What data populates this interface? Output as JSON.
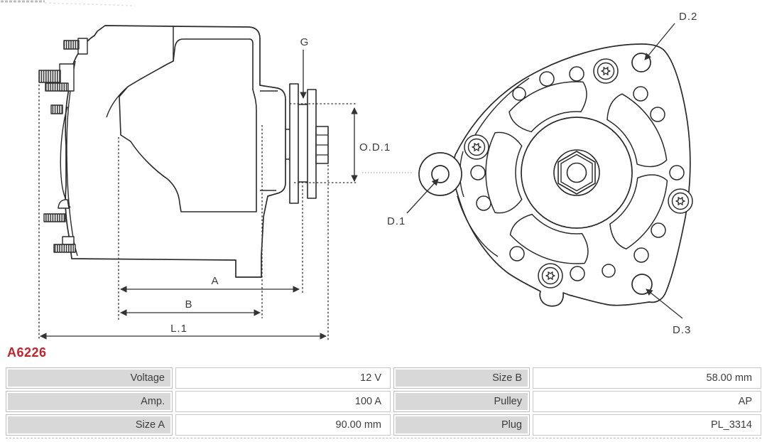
{
  "part_number": "A6226",
  "diagram": {
    "side_view": {
      "pulley_groove": "G",
      "outer_diameter": "O.D.1",
      "dim_a": "A",
      "dim_b": "B",
      "dim_l1": "L.1"
    },
    "front_view": {
      "hole_1": "D.1",
      "hole_2": "D.2",
      "hole_3": "D.3"
    }
  },
  "spec_table": {
    "rows": [
      {
        "label1": "Voltage",
        "value1": "12 V",
        "label2": "Size B",
        "value2": "58.00 mm"
      },
      {
        "label1": "Amp.",
        "value1": "100 A",
        "label2": "Pulley",
        "value2": "AP"
      },
      {
        "label1": "Size A",
        "value1": "90.00 mm",
        "label2": "Plug",
        "value2": "PL_3314"
      }
    ]
  },
  "colors": {
    "accent_red": "#c4232b",
    "line": "#2a2a2a",
    "table_label_bg": "#d8d8d8",
    "table_border": "#c9c9c9"
  }
}
